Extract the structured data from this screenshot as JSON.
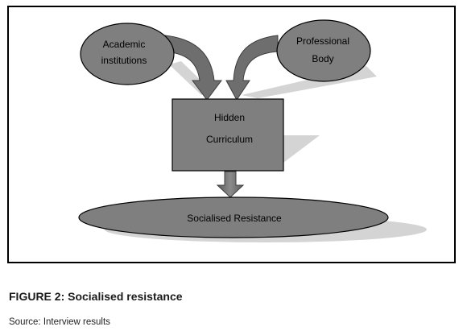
{
  "diagram": {
    "nodes": {
      "academic": {
        "line1": "Academic",
        "line2": "institutions"
      },
      "professional": {
        "line1": "Professional",
        "line2": "Body"
      },
      "hidden": {
        "line1": "Hidden",
        "line2": "Curriculum"
      },
      "resistance": {
        "label": "Socialised Resistance"
      }
    },
    "edges": [
      {
        "from": "Academic institutions",
        "to": "Hidden Curriculum"
      },
      {
        "from": "Professional Body",
        "to": "Hidden Curriculum"
      },
      {
        "from": "Hidden Curriculum",
        "to": "Socialised Resistance"
      }
    ],
    "colors": {
      "node_fill": "#7f7f7f",
      "shadow": "#d4d4d4",
      "arrow_fill": "#6e6e6e",
      "border": "#000000"
    }
  },
  "caption": "FIGURE 2: Socialised resistance",
  "source": "Source: Interview results"
}
